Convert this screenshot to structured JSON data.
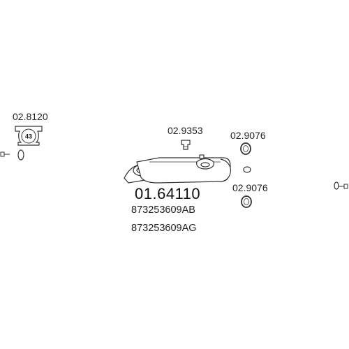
{
  "parts": {
    "clamp": {
      "number": "02.8120",
      "size": "43"
    },
    "rubber_mount": {
      "number": "02.9353"
    },
    "gasket_upper": {
      "number": "02.9076"
    },
    "gasket_lower": {
      "number": "02.9076"
    }
  },
  "muffler": {
    "part_number": "01.64110",
    "oem_numbers": [
      "873253609AB",
      "873253609AG"
    ]
  },
  "colors": {
    "line": "#333333",
    "background": "#ffffff"
  }
}
